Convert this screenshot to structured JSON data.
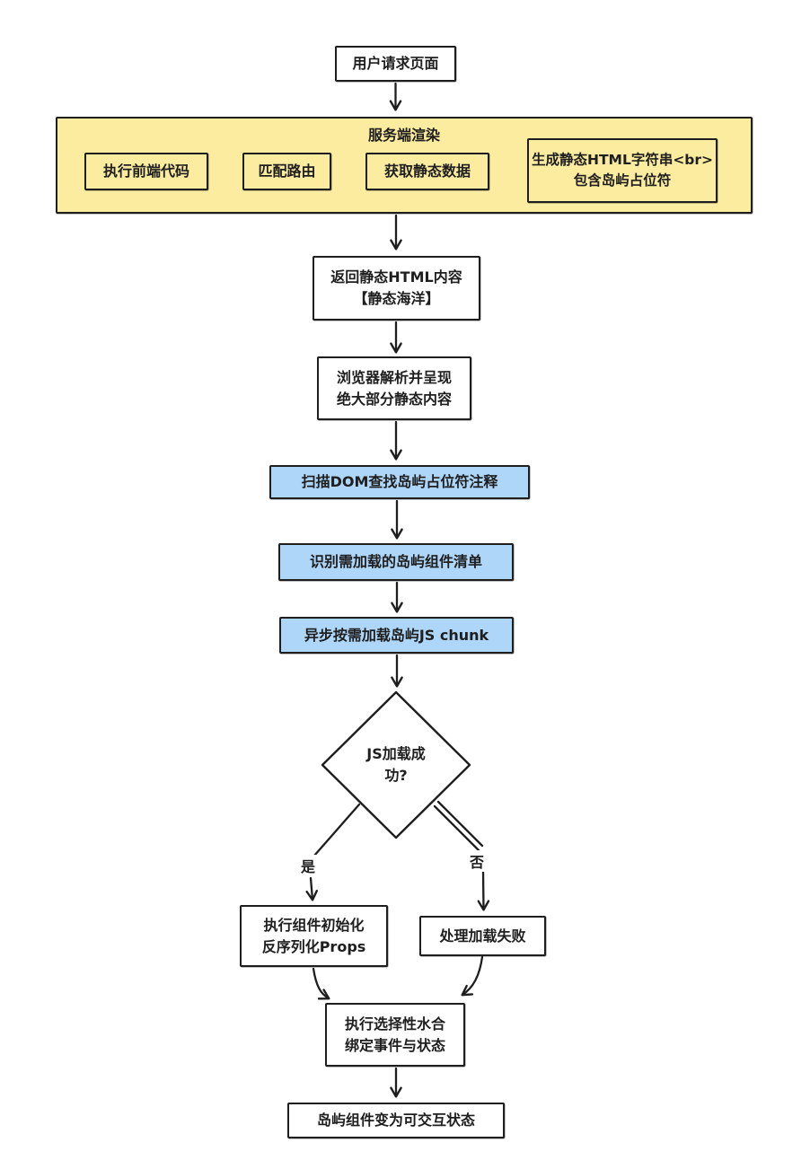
{
  "colors": {
    "stroke": "#1e1e1e",
    "yellow_fill": "#fbec9f",
    "blue_fill": "#aed6f8",
    "white_fill": "#ffffff",
    "canvas_bg": "#ffffff"
  },
  "flow": {
    "start": {
      "label": "用户请求页面"
    },
    "ssr_group": {
      "title": "服务端渲染",
      "steps": [
        {
          "label": "执行前端代码"
        },
        {
          "label": "匹配路由"
        },
        {
          "label": "获取静态数据"
        },
        {
          "line1": "生成静态HTML字符串<br>",
          "line2": "包含岛屿占位符"
        }
      ]
    },
    "return_html": {
      "line1": "返回静态HTML内容",
      "line2": "【静态海洋】"
    },
    "browser_parse": {
      "line1": "浏览器解析并呈现",
      "line2": "绝大部分静态内容"
    },
    "scan_dom": {
      "label": "扫描DOM查找岛屿占位符注释"
    },
    "identify_islands": {
      "label": "识别需加载的岛屿组件清单"
    },
    "load_chunks": {
      "label": "异步按需加载岛屿JS chunk"
    },
    "decision": {
      "line1": "JS加载成",
      "line2": "功?"
    },
    "branch_yes": {
      "label": "是"
    },
    "branch_no": {
      "label": "否"
    },
    "init_component": {
      "line1": "执行组件初始化",
      "line2": "反序列化Props"
    },
    "handle_failure": {
      "label": "处理加载失败"
    },
    "selective_hydration": {
      "line1": "执行选择性水合",
      "line2": "绑定事件与状态"
    },
    "interactive_state": {
      "label": "岛屿组件变为可交互状态"
    }
  }
}
